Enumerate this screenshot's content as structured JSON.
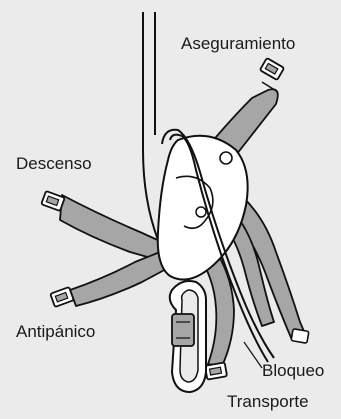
{
  "labels": {
    "aseguramiento": "Aseguramiento",
    "descenso": "Descenso",
    "antipanico": "Antipánico",
    "bloqueo": "Bloqueo",
    "transporte": "Transporte"
  },
  "colors": {
    "background": "#ebebeb",
    "handle_fill": "#a6a6a6",
    "body_fill": "#ffffff",
    "stroke": "#111111"
  }
}
